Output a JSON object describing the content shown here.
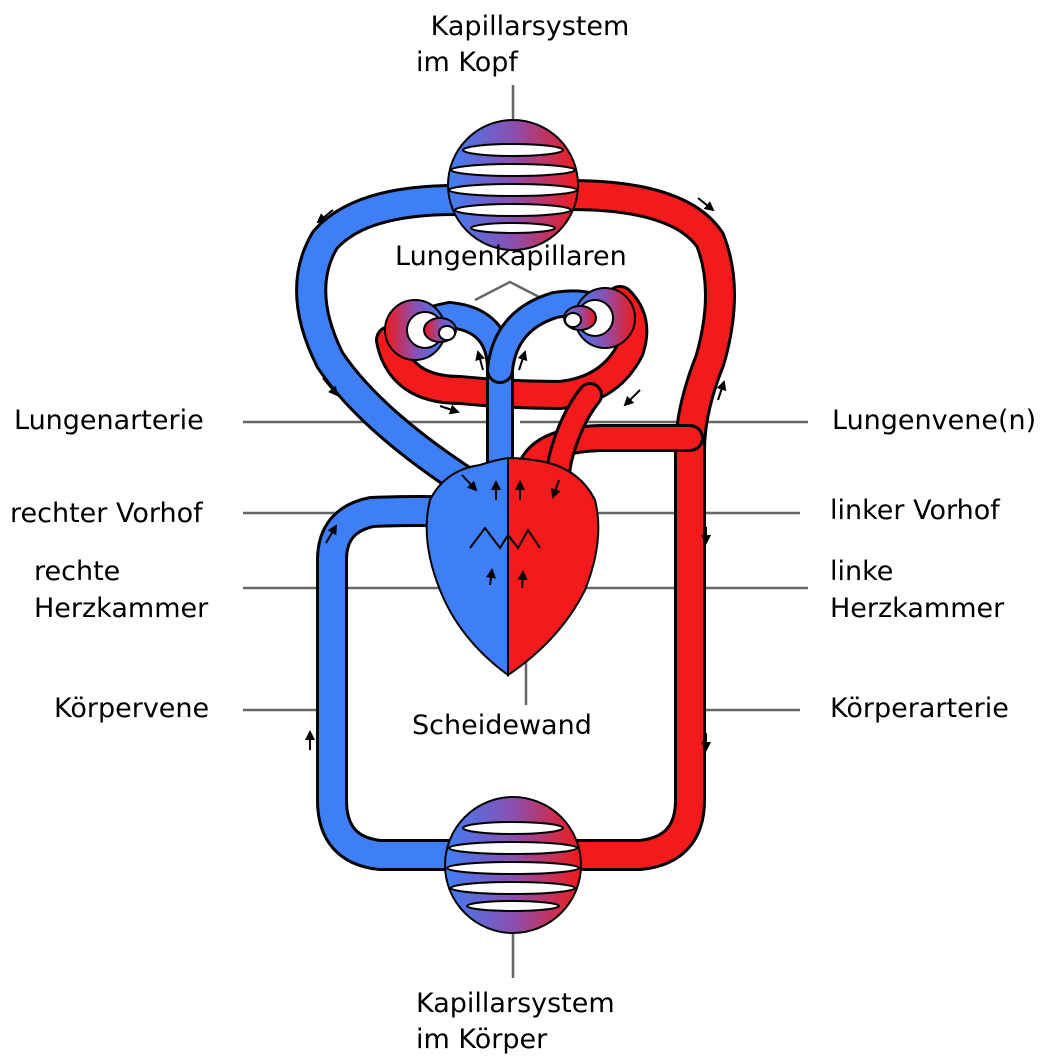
{
  "labels": {
    "head_capillaries_1": "Kapillarsystem",
    "head_capillaries_2": "im Kopf",
    "lung_capillaries": "Lungenkapillaren",
    "pulmonary_artery": "Lungenarterie",
    "pulmonary_veins": "Lungenvene(n)",
    "right_atrium": "rechter Vorhof",
    "left_atrium": "linker Vorhof",
    "right_ventricle_1": "rechte",
    "right_ventricle_2": "Herzkammer",
    "left_ventricle_1": "linke",
    "left_ventricle_2": "Herzkammer",
    "body_vein": "Körpervene",
    "septum": "Scheidewand",
    "body_artery": "Körperarterie",
    "body_capillaries_1": "Kapillarsystem",
    "body_capillaries_2": "im Körper"
  },
  "colors": {
    "venous": "#3f7ff5",
    "arterial": "#f21a1a",
    "outline": "#000000",
    "leader": "#666666"
  }
}
